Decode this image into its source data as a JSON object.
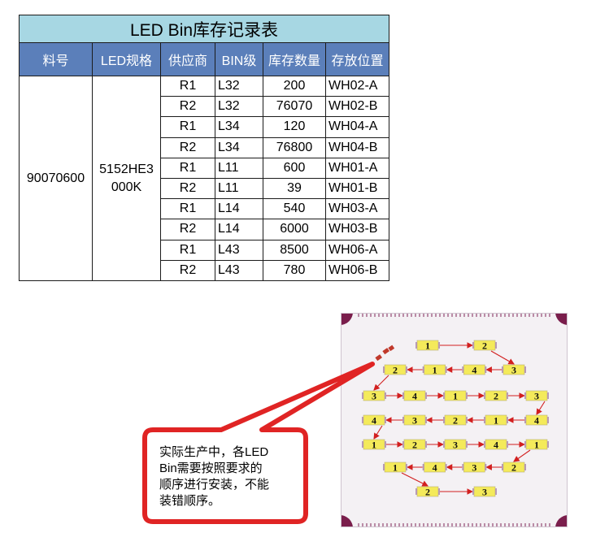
{
  "table": {
    "title": "LED Bin库存记录表",
    "headers": [
      "料号",
      "LED规格",
      "供应商",
      "BIN级",
      "库存数量",
      "存放位置"
    ],
    "part_number": "90070600",
    "spec_line1": "5152HE3",
    "spec_line2": "000K",
    "rows": [
      {
        "supplier": "R1",
        "bin": "L32",
        "qty": "200",
        "loc": "WH02-A"
      },
      {
        "supplier": "R2",
        "bin": "L32",
        "qty": "76070",
        "loc": "WH02-B"
      },
      {
        "supplier": "R1",
        "bin": "L34",
        "qty": "120",
        "loc": "WH04-A"
      },
      {
        "supplier": "R2",
        "bin": "L34",
        "qty": "76800",
        "loc": "WH04-B"
      },
      {
        "supplier": "R1",
        "bin": "L11",
        "qty": "600",
        "loc": "WH01-A"
      },
      {
        "supplier": "R2",
        "bin": "L11",
        "qty": "39",
        "loc": "WH01-B"
      },
      {
        "supplier": "R1",
        "bin": "L14",
        "qty": "540",
        "loc": "WH03-A"
      },
      {
        "supplier": "R2",
        "bin": "L14",
        "qty": "6000",
        "loc": "WH03-B"
      },
      {
        "supplier": "R1",
        "bin": "L43",
        "qty": "8500",
        "loc": "WH06-A"
      },
      {
        "supplier": "R2",
        "bin": "L43",
        "qty": "780",
        "loc": "WH06-B"
      }
    ]
  },
  "callout": {
    "line1": "实际生产中，各LED",
    "line2": "Bin需要按照要求的",
    "line3": "顺序进行安装，不能",
    "line4": "装错顺序。"
  },
  "board": {
    "led_rows": [
      [
        "1",
        "2"
      ],
      [
        "2",
        "1",
        "4",
        "3"
      ],
      [
        "3",
        "4",
        "1",
        "2",
        "3"
      ],
      [
        "4",
        "3",
        "2",
        "1",
        "4"
      ],
      [
        "1",
        "2",
        "3",
        "4",
        "1"
      ],
      [
        "1",
        "4",
        "3",
        "2"
      ],
      [
        "2",
        "3"
      ]
    ]
  },
  "colors": {
    "title_bg": "#a7d7e3",
    "header_bg": "#5b7fba",
    "callout_red": "#e02424",
    "led_yellow": "#f4ea5a",
    "arrow_red": "#d21f1f"
  }
}
